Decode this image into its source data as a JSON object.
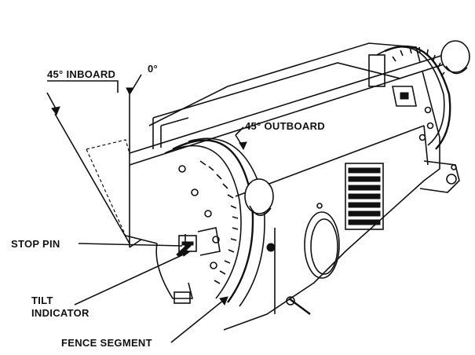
{
  "labels": {
    "zero_deg": "0°",
    "inboard_45": "45° INBOARD",
    "outboard_45": "45° OUTBOARD",
    "stop_pin": "STOP PIN",
    "tilt_indicator_line1": "TILT",
    "tilt_indicator_line2": "INDICATOR",
    "fence_segment": "FENCE SEGMENT"
  }
}
